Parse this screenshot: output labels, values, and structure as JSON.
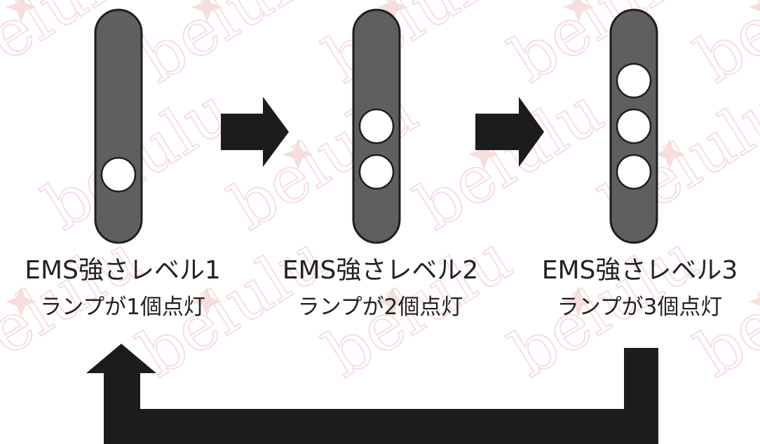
{
  "watermark": {
    "brand": "belulu",
    "color": "#f6dede"
  },
  "colors": {
    "bar_fill": "#5f5f5f",
    "bar_stroke": "#1e1e1e",
    "lamp": "#ffffff",
    "arrow": "#1c1c1c"
  },
  "levels": [
    {
      "title": "EMS強さレベル1",
      "description": "ランプが1個点灯",
      "lamps_lit": 1
    },
    {
      "title": "EMS強さレベル2",
      "description": "ランプが2個点灯",
      "lamps_lit": 2
    },
    {
      "title": "EMS強さレベル3",
      "description": "ランプが3個点灯",
      "lamps_lit": 3
    }
  ],
  "flow": {
    "forward_arrows": 2,
    "loop_back": {
      "from_level": 3,
      "to_level": 1
    }
  }
}
